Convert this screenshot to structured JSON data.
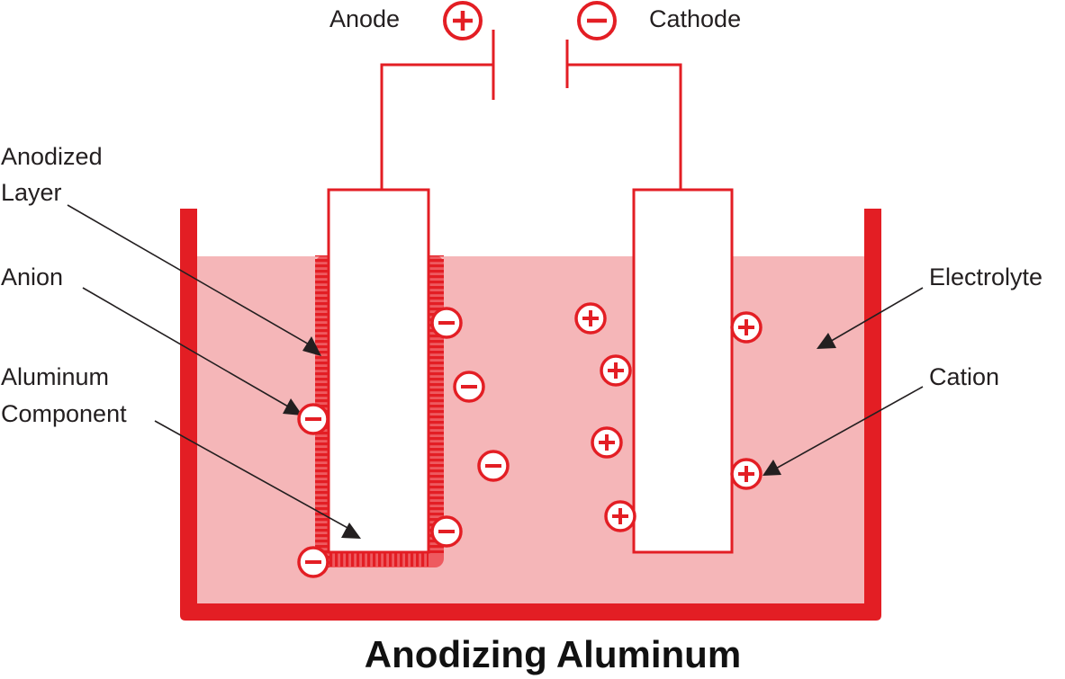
{
  "title": "Anodizing Aluminum",
  "labels": {
    "anode": "Anode",
    "cathode": "Cathode",
    "anodized_layer_line1": "Anodized",
    "anodized_layer_line2": "Layer",
    "anion": "Anion",
    "aluminum_component_line1": "Aluminum",
    "aluminum_component_line2": "Component",
    "electrolyte": "Electrolyte",
    "cation": "Cation"
  },
  "colors": {
    "accent": "#e31e24",
    "electrolyte": "#f5b6b8",
    "text": "#231f20",
    "background": "#ffffff"
  },
  "icons": {
    "anion": "minus-circle-icon",
    "cation": "plus-circle-icon",
    "pointer": "arrowhead-icon"
  }
}
